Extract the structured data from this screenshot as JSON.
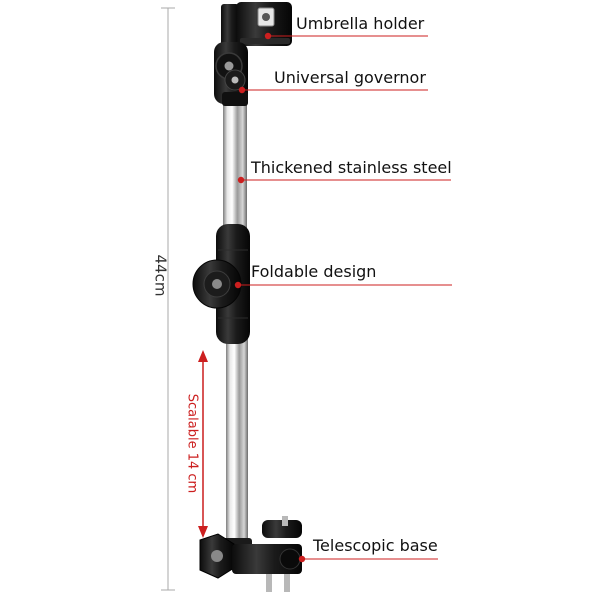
{
  "callouts": [
    {
      "id": "umbrella-holder",
      "text": "Umbrella holder"
    },
    {
      "id": "universal-governor",
      "text": "Universal governor"
    },
    {
      "id": "thickened-stainless-steel",
      "text": "Thickened stainless steel"
    },
    {
      "id": "foldable-design",
      "text": "Foldable design"
    },
    {
      "id": "telescopic-base",
      "text": "Telescopic base"
    }
  ],
  "dimensions": {
    "overall_length": "44cm",
    "scalable_range": "Scalable 14 cm"
  },
  "colors": {
    "accent": "#cc1f1f",
    "dimension_line": "#999999",
    "body": "#1a1a1a",
    "steel": "#c8c8c8"
  }
}
